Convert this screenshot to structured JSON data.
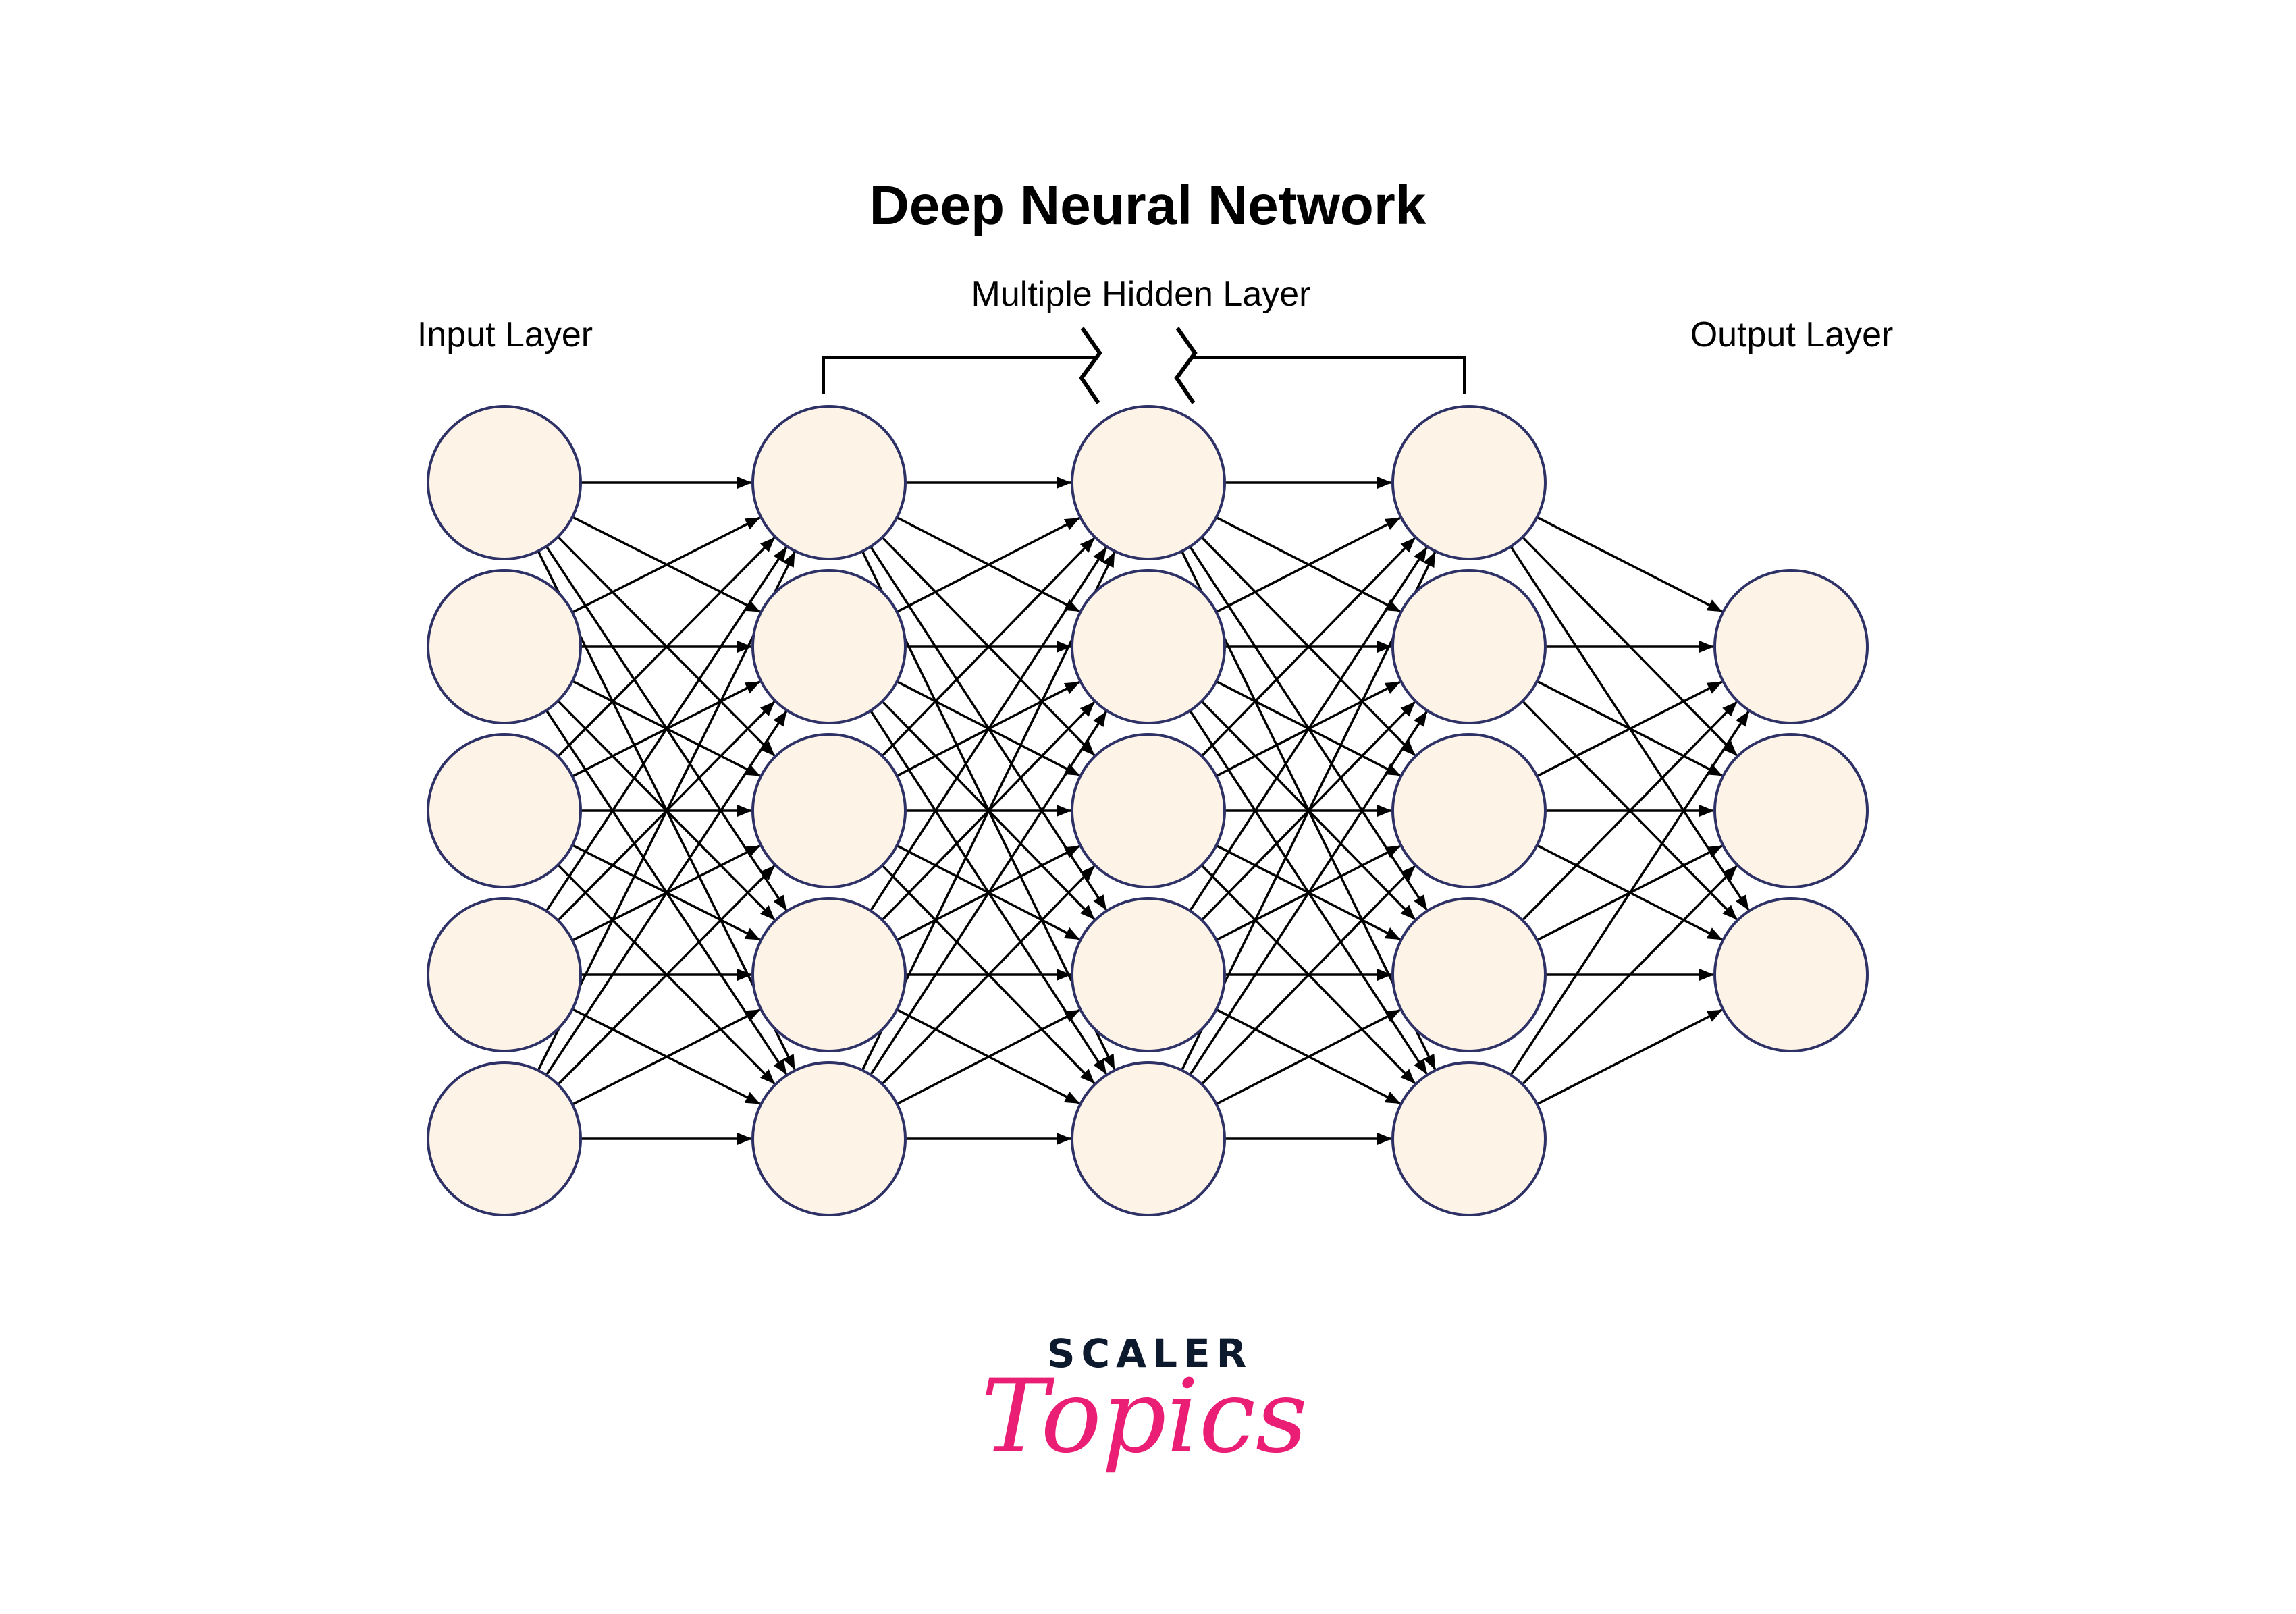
{
  "title": "Deep Neural Network",
  "labels": {
    "input": "Input Layer",
    "hidden": "Multiple Hidden Layer",
    "output": "Output Layer"
  },
  "layers": [
    {
      "name": "input",
      "nodes": 5
    },
    {
      "name": "hidden-1",
      "nodes": 5
    },
    {
      "name": "hidden-2",
      "nodes": 5
    },
    {
      "name": "hidden-3",
      "nodes": 5
    },
    {
      "name": "output",
      "nodes": 3
    }
  ],
  "connectivity": "fully-connected",
  "logo": {
    "line1": "SCALER",
    "line2": "Topics"
  },
  "colors": {
    "node_fill": "#FDF3E6",
    "node_stroke": "#2E3166",
    "edge": "#000000",
    "logo_dark": "#0D1A2E",
    "logo_pink": "#E91E74"
  }
}
